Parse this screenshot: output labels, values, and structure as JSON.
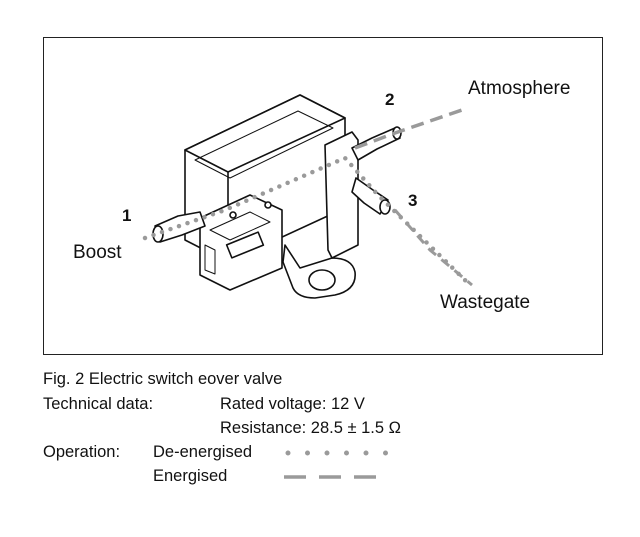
{
  "figure": {
    "ports": {
      "port_1": {
        "number": "1",
        "name": "Boost"
      },
      "port_2": {
        "number": "2",
        "name": "Atmosphere"
      },
      "port_3": {
        "number": "3",
        "name": "Wastegate"
      }
    }
  },
  "caption": {
    "title": "Fig. 2 Electric switch eover valve",
    "technical_label": "Technical data:",
    "rated_voltage": "Rated voltage: 12 V",
    "resistance": "Resistance: 28.5 ± 1.5 Ω",
    "operation_label": "Operation:",
    "de_energised_label": "De-energised",
    "energised_label": "Energised"
  },
  "colors": {
    "line": "#111111",
    "flow_path": "#999999"
  }
}
